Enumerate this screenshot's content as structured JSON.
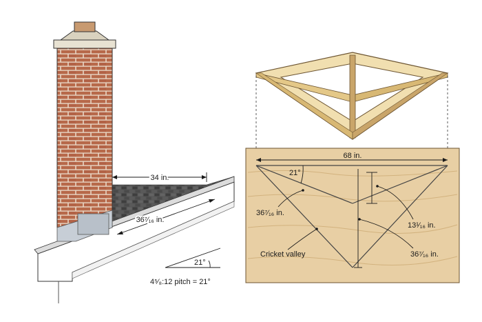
{
  "labels": {
    "chimney_width": "34 in.",
    "rafter_length": "36⁷⁄₁₆ in.",
    "roof_angle": "21°",
    "pitch_formula": "4⁵⁄₈:12 pitch = 21°",
    "board_width": "68 in.",
    "board_angle": "21°",
    "board_left_length": "36⁷⁄₁₆ in.",
    "board_height": "13¹⁄₁₆ in.",
    "board_right_length": "36⁷⁄₁₆ in.",
    "valley_label": "Cricket valley"
  },
  "colors": {
    "brick": "#b7694a",
    "mortar": "#e8d6c4",
    "shingle": "#4a4a4a",
    "roof_edge": "#e9e9e9",
    "plywood": "#e8cfa4",
    "wood_light": "#f1dfb0",
    "wood_dark": "#c9a56a",
    "flashing": "#c7ced6"
  }
}
